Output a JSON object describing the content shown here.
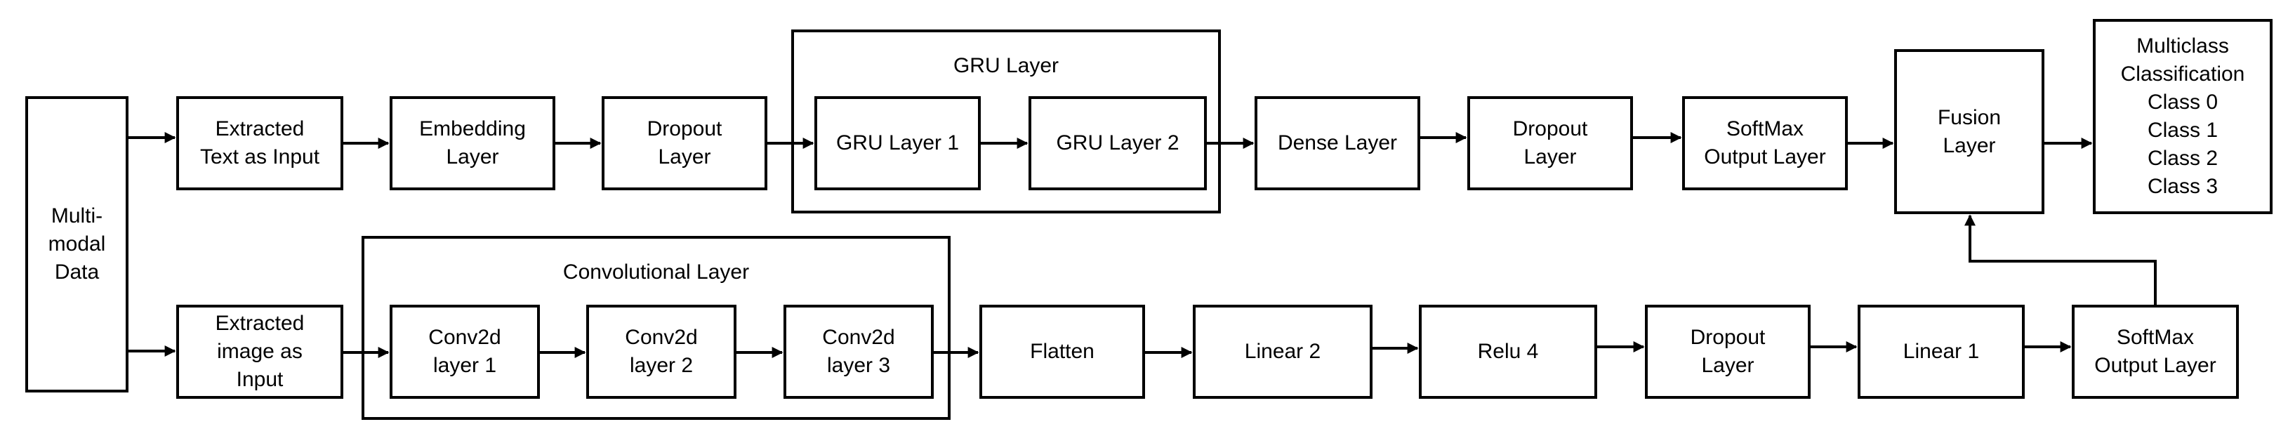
{
  "diagram": {
    "input": "Multi-\nmodal\nData",
    "text_branch": {
      "nodes": [
        "Extracted\nText as Input",
        "Embedding\nLayer",
        "Dropout\nLayer"
      ],
      "gru_group": {
        "title": "GRU Layer",
        "nodes": [
          "GRU Layer 1",
          "GRU Layer 2"
        ]
      },
      "after_gru": [
        "Dense Layer",
        "Dropout\nLayer",
        "SoftMax\nOutput Layer"
      ]
    },
    "image_branch": {
      "nodes": [
        "Extracted\nimage as\nInput"
      ],
      "conv_group": {
        "title": "Convolutional Layer",
        "nodes": [
          "Conv2d\nlayer 1",
          "Conv2d\nlayer  2",
          "Conv2d\nlayer  3"
        ]
      },
      "after_conv": [
        "Flatten",
        "Linear 2",
        "Relu 4",
        "Dropout\nLayer",
        "Linear 1",
        "SoftMax\nOutput Layer"
      ]
    },
    "fusion": "Fusion\nLayer",
    "output": "Multiclass\nClassification\nClass 0\nClass 1\nClass 2\nClass 3"
  }
}
